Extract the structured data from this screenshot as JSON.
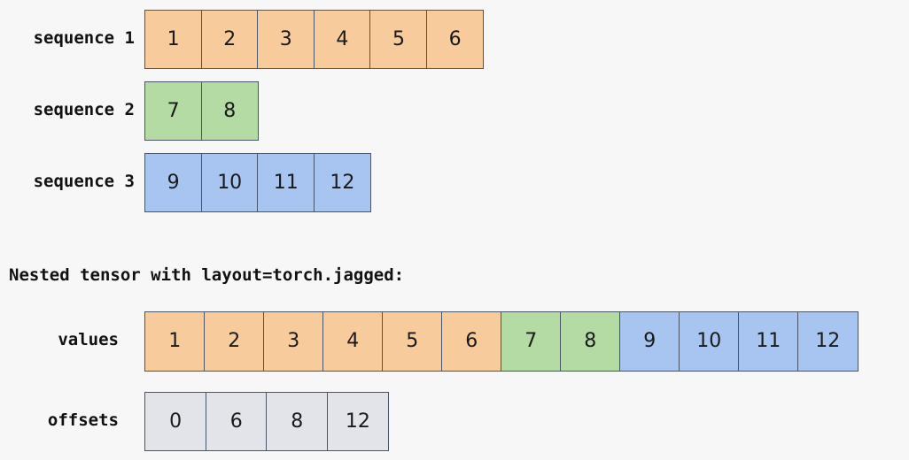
{
  "figure": {
    "background_color": "#f7f7f8",
    "caption": "Nested tensor with layout=torch.jagged:"
  },
  "palette": {
    "sequence_1": "#f8cb9c",
    "sequence_2": "#b5dba4",
    "sequence_3": "#a8c4f0",
    "offsets": "#e2e4e9",
    "border": "#4a5568",
    "text": "#111111"
  },
  "sequences": [
    {
      "label": "sequence 1",
      "color_key": "sequence_1",
      "values": [
        "1",
        "2",
        "3",
        "4",
        "5",
        "6"
      ]
    },
    {
      "label": "sequence 2",
      "color_key": "sequence_2",
      "values": [
        "7",
        "8"
      ]
    },
    {
      "label": "sequence 3",
      "color_key": "sequence_3",
      "values": [
        "9",
        "10",
        "11",
        "12"
      ]
    }
  ],
  "nested_tensor": {
    "values_row": {
      "label": "values",
      "cells": [
        {
          "text": "1",
          "color_key": "sequence_1"
        },
        {
          "text": "2",
          "color_key": "sequence_1"
        },
        {
          "text": "3",
          "color_key": "sequence_1"
        },
        {
          "text": "4",
          "color_key": "sequence_1"
        },
        {
          "text": "5",
          "color_key": "sequence_1"
        },
        {
          "text": "6",
          "color_key": "sequence_1"
        },
        {
          "text": "7",
          "color_key": "sequence_2"
        },
        {
          "text": "8",
          "color_key": "sequence_2"
        },
        {
          "text": "9",
          "color_key": "sequence_3"
        },
        {
          "text": "10",
          "color_key": "sequence_3"
        },
        {
          "text": "11",
          "color_key": "sequence_3"
        },
        {
          "text": "12",
          "color_key": "sequence_3"
        }
      ]
    },
    "offsets_row": {
      "label": "offsets",
      "cells": [
        {
          "text": "0",
          "color_key": "offsets"
        },
        {
          "text": "6",
          "color_key": "offsets"
        },
        {
          "text": "8",
          "color_key": "offsets"
        },
        {
          "text": "12",
          "color_key": "offsets"
        }
      ]
    }
  }
}
